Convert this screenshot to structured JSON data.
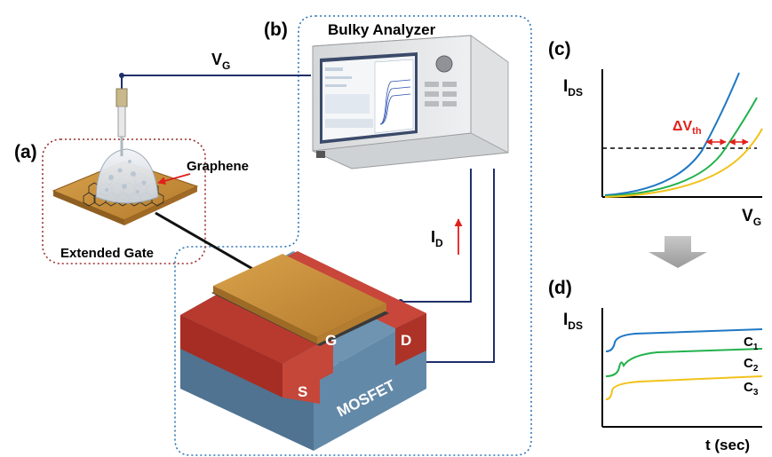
{
  "panels": {
    "a": "(a)",
    "b": "(b)",
    "c": "(c)",
    "d": "(d)"
  },
  "labels": {
    "bulky_analyzer": "Bulky Analyzer",
    "graphene": "Graphene",
    "extended_gate": "Extended Gate",
    "mosfet": "MOSFET",
    "gate": "G",
    "drain": "D",
    "source": "S",
    "vg_main": "V",
    "vg_main_sub": "G",
    "id_main": "I",
    "id_main_sub": "D"
  },
  "chart_c": {
    "ylabel": "I",
    "ylabel_sub": "DS",
    "xlabel": "V",
    "xlabel_sub": "G",
    "annotation": "ΔV",
    "annotation_sub": "th"
  },
  "chart_d": {
    "ylabel": "I",
    "ylabel_sub": "DS",
    "xlabel": "t (sec)",
    "c1": "C",
    "c1_sub": "1",
    "c2": "C",
    "c2_sub": "2",
    "c3": "C",
    "c3_sub": "3"
  },
  "colors": {
    "wire": "#1f2f6b",
    "gate_gold": "#c8913c",
    "drain_red": "#c0392b",
    "substrate_blue": "#5b87a8",
    "curve_blue": "#1f77c4",
    "curve_green": "#22b14c",
    "curve_yellow": "#f2c21b",
    "accent_red": "#e0201b"
  }
}
